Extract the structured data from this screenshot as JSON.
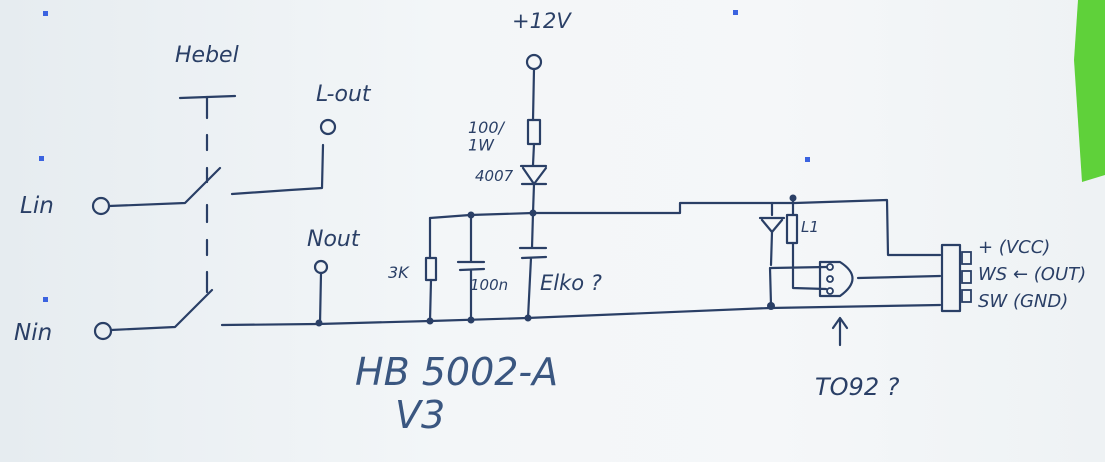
{
  "labels": {
    "supply": "+12V",
    "lever": "Hebel",
    "l_out": "L-out",
    "l_in": "Lin",
    "n_in": "Nin",
    "n_out": "Nout",
    "resistor": "100/\n1W",
    "diode": "4007",
    "resistor_3k": "3K",
    "cap_100n": "100n",
    "cap_elko": "Elko ?",
    "relay": "L1",
    "pin_vcc": "+ (VCC)",
    "pin_out": "WS ← (OUT)",
    "pin_gnd": "SW (GND)",
    "package": "TO92 ?",
    "title_line1": "HB 5002-A",
    "title_line2": "V3"
  },
  "colors": {
    "ink": "#2a3f66",
    "marker_green": "#5fd13a",
    "pin_blue": "#3b63e0"
  }
}
